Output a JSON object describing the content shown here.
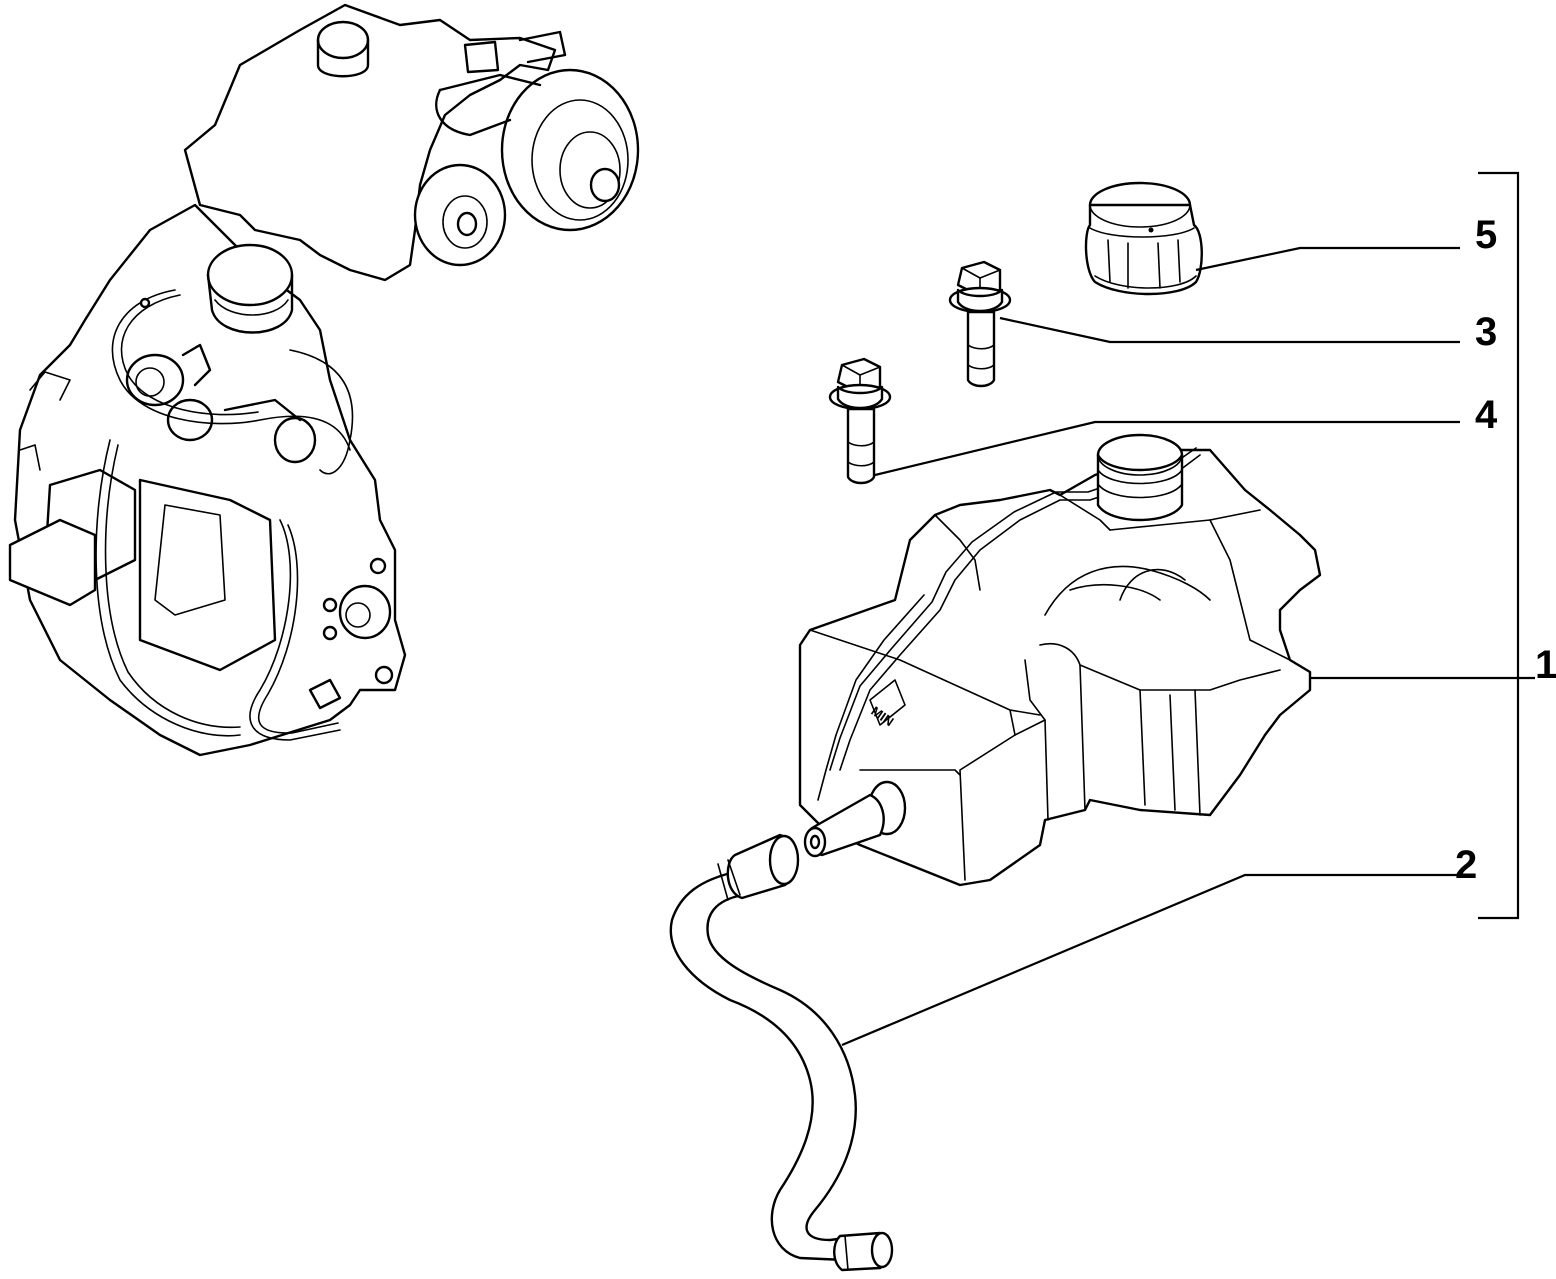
{
  "callouts": [
    {
      "id": "1",
      "label": "1"
    },
    {
      "id": "2",
      "label": "2"
    },
    {
      "id": "3",
      "label": "3"
    },
    {
      "id": "4",
      "label": "4"
    },
    {
      "id": "5",
      "label": "5"
    }
  ],
  "tank_marking": "MIN"
}
